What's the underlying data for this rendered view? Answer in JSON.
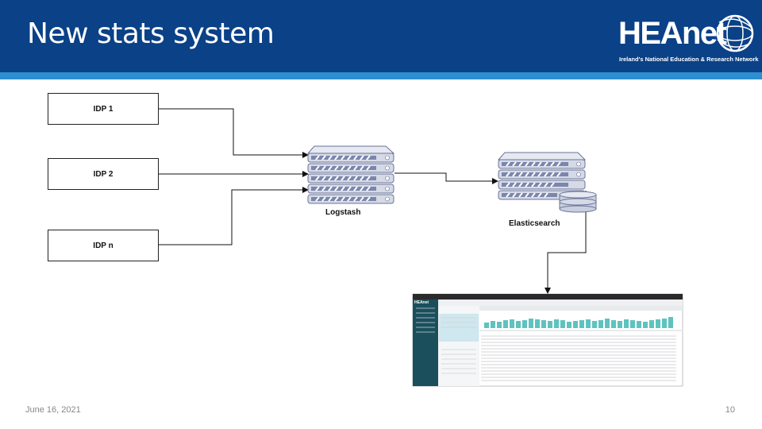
{
  "slide": {
    "title": "New stats system",
    "date": "June 16, 2021",
    "page_number": "10"
  },
  "logo": {
    "name": "HEAnet",
    "tagline": "Ireland's National Education & Research Network"
  },
  "diagram": {
    "idps": [
      "IDP 1",
      "IDP 2",
      "IDP n"
    ],
    "logstash_label": "Logstash",
    "elasticsearch_label": "Elasticsearch"
  },
  "dashboard_thumbnail": {
    "brand": "HEAnet"
  },
  "colors": {
    "header": "#0a4187",
    "stripe": "#2e8fd0",
    "server_face": "#d6dae6",
    "server_accent": "#7a86ad",
    "kibana_sidebar": "#1b4f5c",
    "histogram": "#5ec3c0"
  }
}
